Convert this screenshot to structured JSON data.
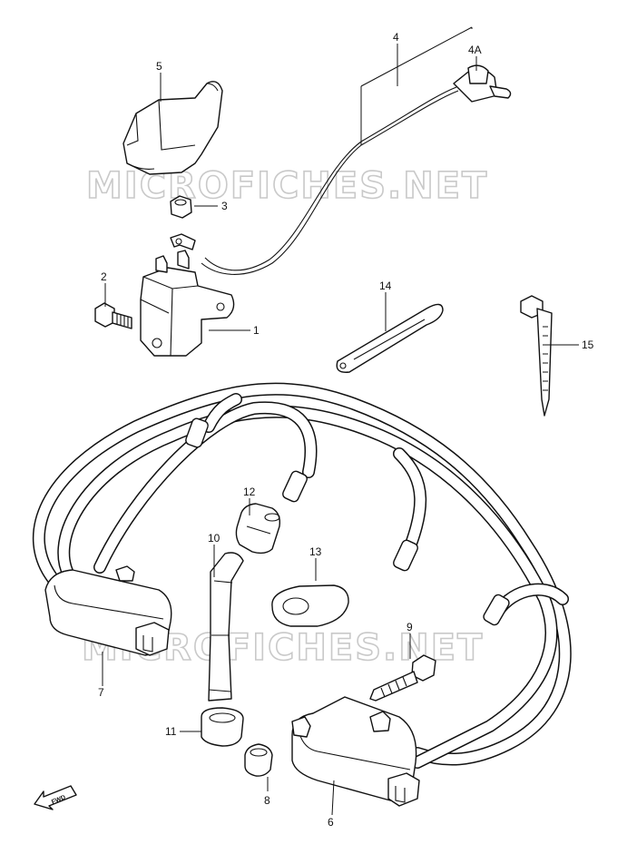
{
  "watermark": {
    "text": "MICROFICHES.NET"
  },
  "callouts": {
    "c1": "1",
    "c2": "2",
    "c3": "3",
    "c4": "4",
    "c4a": "4A",
    "c5": "5",
    "c6": "6",
    "c7": "7",
    "c8": "8",
    "c9": "9",
    "c10": "10",
    "c11": "11",
    "c12": "12",
    "c13": "13",
    "c14": "14",
    "c15": "15"
  },
  "fwd_label": "FWD"
}
